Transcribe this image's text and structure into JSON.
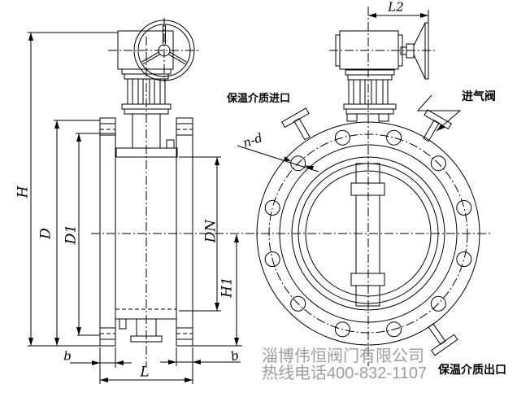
{
  "dims": {
    "H": "H",
    "D": "D",
    "D1": "D1",
    "DN": "DN",
    "H1": "H1",
    "b": "b",
    "L": "L",
    "L2": "L2",
    "nd": "n-d"
  },
  "annotations": {
    "insulation_inlet": "保温介质进口",
    "air_inlet_valve": "进气阀",
    "insulation_outlet": "保温介质出口"
  },
  "watermark": {
    "company": "淄博伟恒阀门有限公司",
    "hotline": "热线电话400-832-1107"
  },
  "colors": {
    "line": "#000000",
    "watermark": "#9e9e9e",
    "background": "#ffffff"
  }
}
